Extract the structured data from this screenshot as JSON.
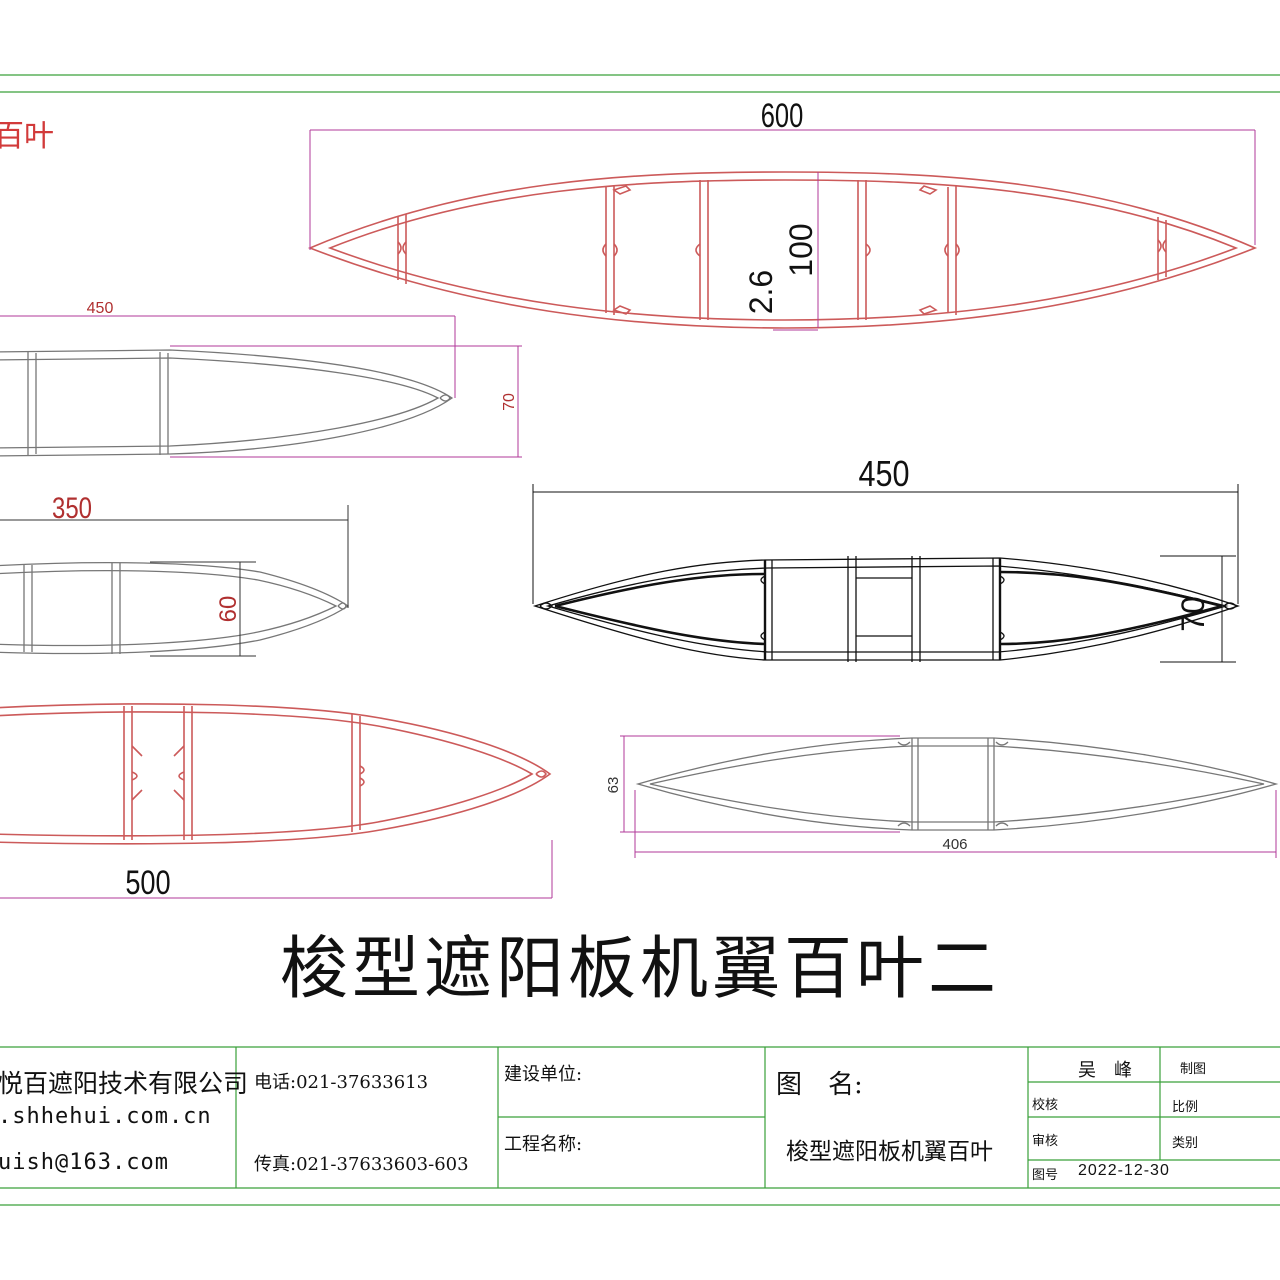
{
  "drawing": {
    "corner_label": "百叶",
    "main_title": "梭型遮阳板机翼百叶二",
    "colors": {
      "red": "#d23a3a",
      "profile_red": "#cc5a5a",
      "dim_magenta": "#b03a9a",
      "frame_green": "#3aa03a",
      "black": "#111111"
    }
  },
  "profiles": {
    "p600": {
      "width_label": "600",
      "height_label": "100",
      "wall_label": "2.6"
    },
    "p450a": {
      "width_label": "450",
      "height_label": "70"
    },
    "p350": {
      "width_label": "350",
      "height_label": "60"
    },
    "p450b": {
      "width_label": "450",
      "height_label": "70"
    },
    "p500": {
      "width_label": "500"
    },
    "p406": {
      "width_label": "406",
      "height_label": "63"
    }
  },
  "title_block": {
    "company": "悦百遮阳技术有限公司",
    "website": ".shhehui.com.cn",
    "email": "uish@163.com",
    "phone": "电话:021-37633613",
    "fax": "传真:021-37633603-603",
    "client_label": "建设单位:",
    "project_label": "工程名称:",
    "drawing_name_label": "图　名:",
    "drawing_name": "梭型遮阳板机翼百叶",
    "designer": "吴　峰",
    "draw_label": "制图",
    "check_label": "校核",
    "ratio_label": "比例",
    "review_label": "审核",
    "category_label": "类别",
    "drawing_no_label": "图号",
    "date": "2022-12-30"
  }
}
